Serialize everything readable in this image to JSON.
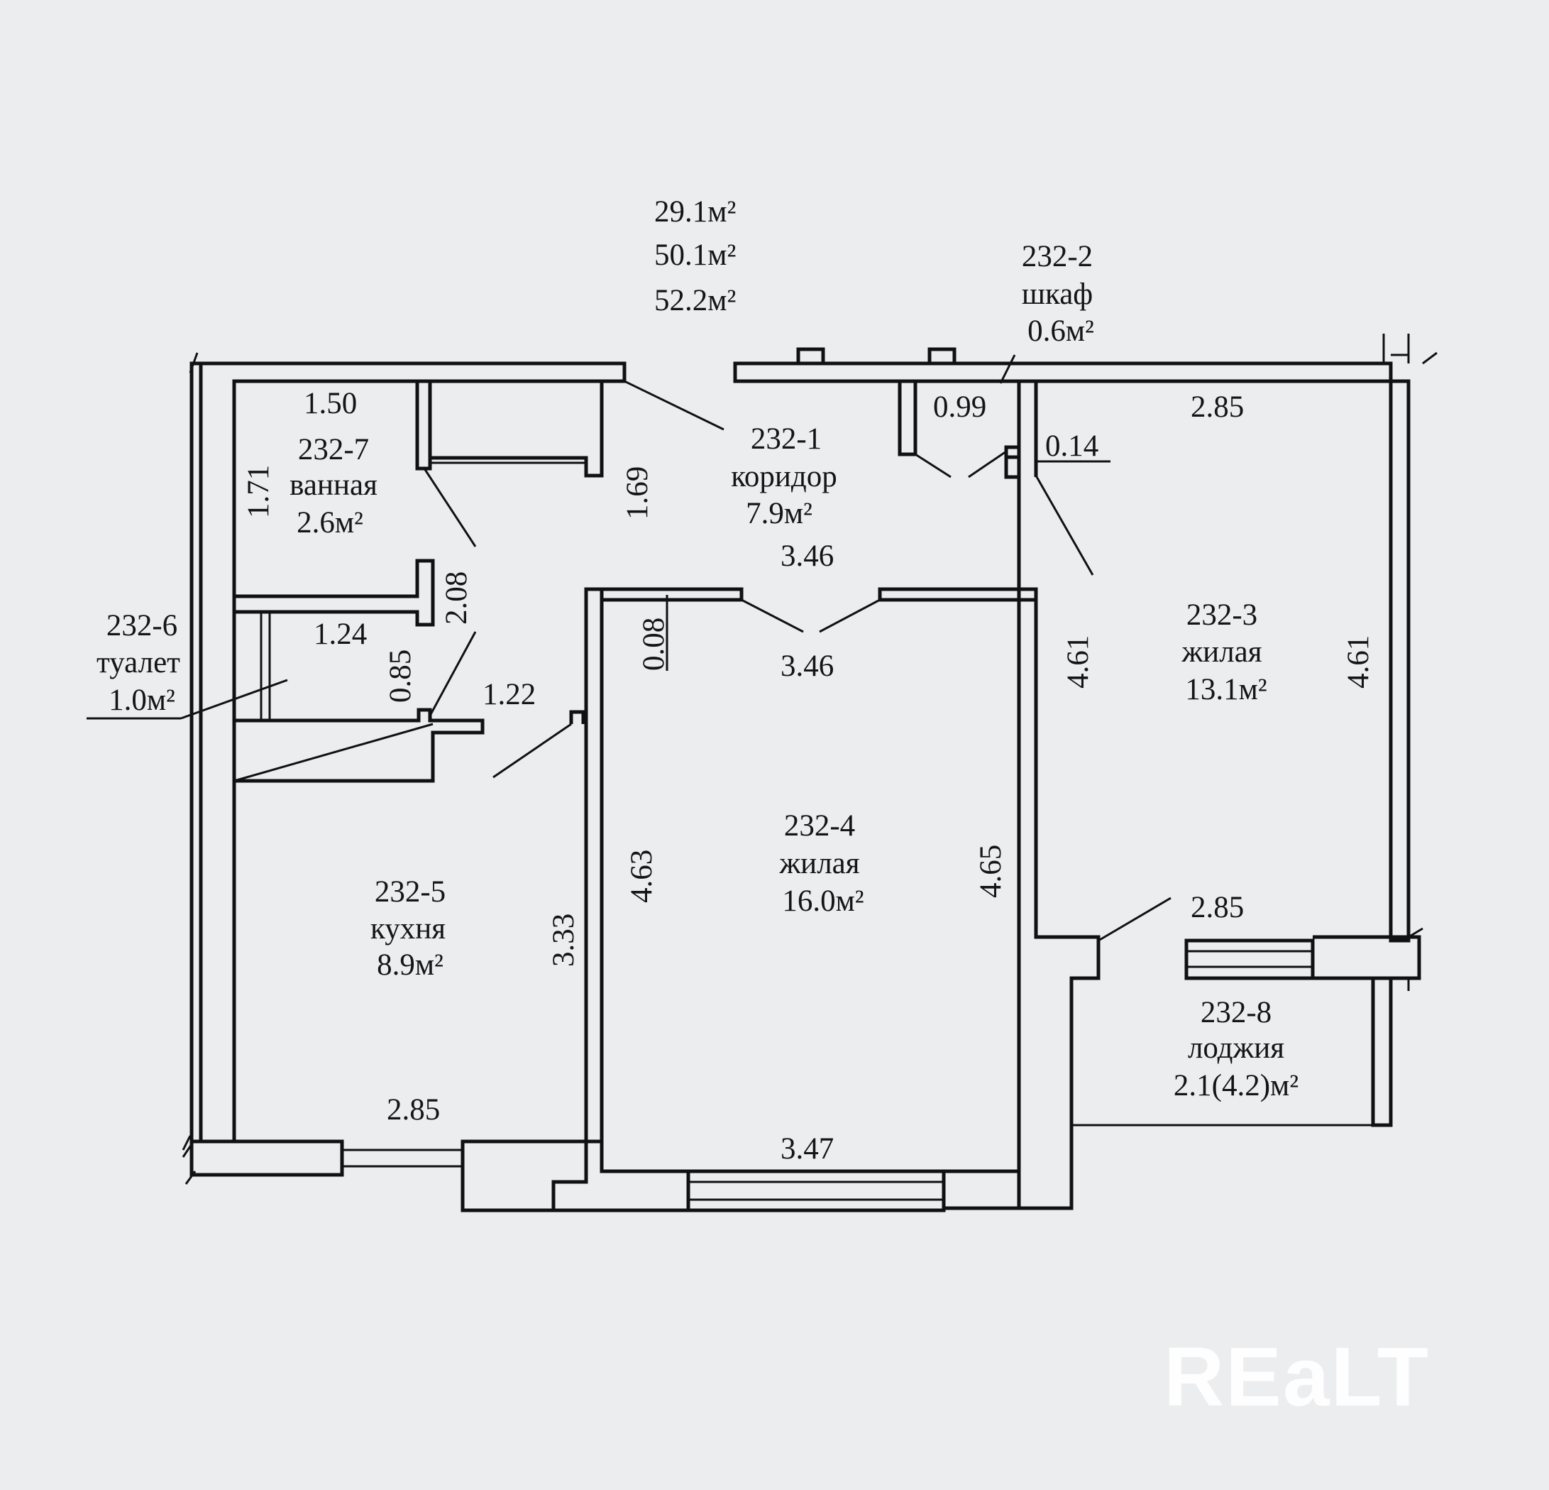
{
  "areas": {
    "living": "29.1м²",
    "total": "50.1м²",
    "total_with_loggia": "52.2м²"
  },
  "rooms": [
    {
      "id": "232-1",
      "name": "коридор",
      "area": "7.9м²"
    },
    {
      "id": "232-2",
      "name": "шкаф",
      "area": "0.6м²"
    },
    {
      "id": "232-3",
      "name": "жилая",
      "area": "13.1м²"
    },
    {
      "id": "232-4",
      "name": "жилая",
      "area": "16.0м²"
    },
    {
      "id": "232-5",
      "name": "кухня",
      "area": "8.9м²"
    },
    {
      "id": "232-6",
      "name": "туалет",
      "area": "1.0м²"
    },
    {
      "id": "232-7",
      "name": "ванная",
      "area": "2.6м²"
    },
    {
      "id": "232-8",
      "name": "лоджия",
      "area": "2.1(4.2)м²"
    }
  ],
  "dimensions": {
    "bath_width": "1.50",
    "bath_height": "1.71",
    "corridor_left": "1.69",
    "bath_side": "2.08",
    "toilet_width": "1.24",
    "toilet_height": "0.85",
    "corridor_width": "1.22",
    "closet_width": "0.99",
    "closet_wall": "0.14",
    "corridor_length": "3.46",
    "room4_top": "3.46",
    "room4_wall": "0.08",
    "room3_top": "2.85",
    "room3_left": "4.61",
    "room3_right": "4.61",
    "room3_bottom": "2.85",
    "room4_left": "4.63",
    "room4_right": "4.65",
    "room4_bottom": "3.47",
    "kitchen_side": "3.33",
    "kitchen_bottom": "2.85"
  },
  "watermark": "REaLT"
}
